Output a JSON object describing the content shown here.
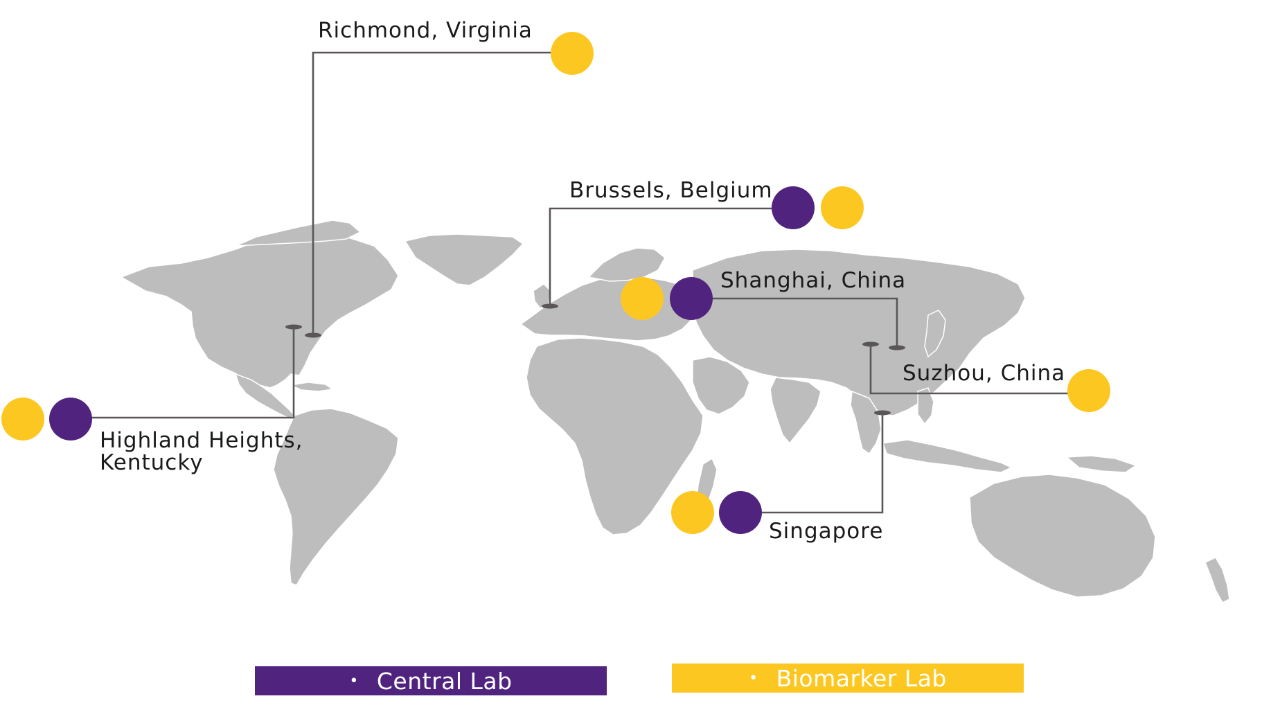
{
  "colors": {
    "central_lab": "#50237f",
    "biomarker_lab": "#fdc721",
    "land": "#bdbdbd",
    "leader_line": "#5a5658"
  },
  "locations": [
    {
      "id": "richmond",
      "name": "Richmond, Virginia",
      "labs": [
        "biomarker"
      ]
    },
    {
      "id": "brussels",
      "name": "Brussels, Belgium",
      "labs": [
        "central",
        "biomarker"
      ]
    },
    {
      "id": "shanghai",
      "name": "Shanghai, China",
      "labs": [
        "biomarker",
        "central"
      ]
    },
    {
      "id": "suzhou",
      "name": "Suzhou, China",
      "labs": [
        "biomarker"
      ]
    },
    {
      "id": "highland_heights",
      "name_line1": "Highland Heights,",
      "name_line2": "Kentucky",
      "labs": [
        "biomarker",
        "central"
      ]
    },
    {
      "id": "singapore",
      "name": "Singapore",
      "labs": [
        "biomarker",
        "central"
      ]
    }
  ],
  "legend": {
    "bullet": "•",
    "central_label": "Central Lab",
    "biomarker_label": "Biomarker Lab"
  }
}
